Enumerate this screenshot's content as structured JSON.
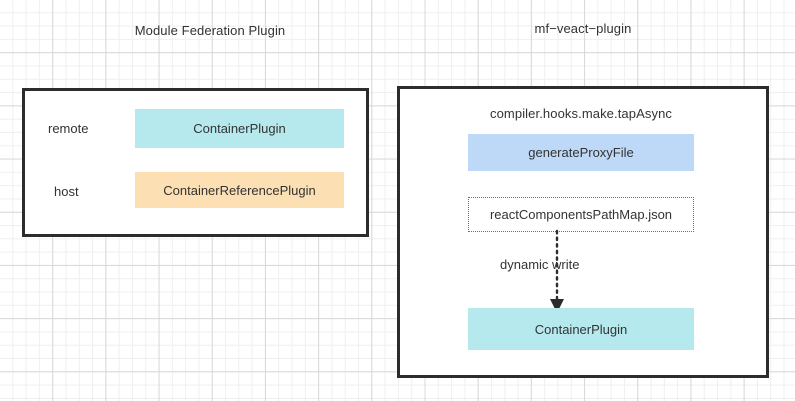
{
  "diagram": {
    "background": "grid",
    "groups": [
      {
        "id": "module-federation-plugin",
        "title": "Module Federation Plugin",
        "rows": [
          {
            "label": "remote",
            "node": "ContainerPlugin",
            "color": "#b5e9ee"
          },
          {
            "label": "host",
            "node": "ContainerReferencePlugin",
            "color": "#fcdfb2"
          }
        ]
      },
      {
        "id": "mf-veact-plugin",
        "title": "mf−veact−plugin",
        "caption": "compiler.hooks.make.tapAsync",
        "nodes": [
          {
            "label": "generateProxyFile",
            "color": "#bdd9f7",
            "style": "solid"
          },
          {
            "label": "reactComponentsPathMap.json",
            "color": "#ffffff",
            "style": "dotted"
          },
          {
            "label": "ContainerPlugin",
            "color": "#b5e9ee",
            "style": "solid"
          }
        ],
        "edges": [
          {
            "from": "reactComponentsPathMap.json",
            "to": "ContainerPlugin",
            "label": "dynamic write",
            "style": "dotted",
            "arrow": "down"
          }
        ]
      }
    ],
    "colors": {
      "cyan": "#b5e9ee",
      "orange": "#fcdfb2",
      "blue": "#bdd9f7",
      "border": "#2c2c2c",
      "text": "#333333",
      "grid_minor": "#efefef",
      "grid_major": "#d8d8d8"
    }
  }
}
